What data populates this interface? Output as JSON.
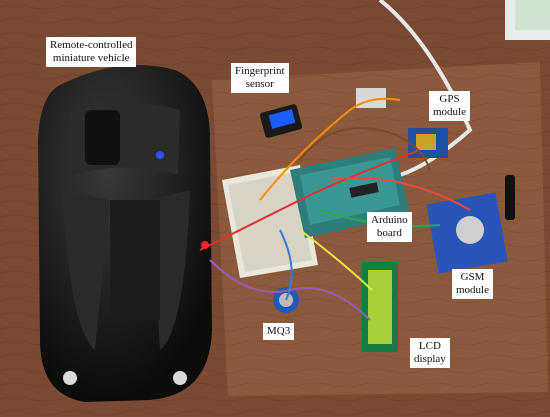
{
  "labels": {
    "vehicle": "Remote-controlled\nminiature vehicle",
    "fingerprint": "Fingerprint\nsensor",
    "gps": "GPS\nmodule",
    "arduino": "Arduino\nboard",
    "gsm": "GSM\nmodule",
    "mq3": "MQ3",
    "lcd": "LCD\ndisplay"
  },
  "colors": {
    "table": "#7a4a33",
    "board": "#8b5a3c",
    "car": "#141414",
    "arduino": "#2f7d7a",
    "lcd": "#a8d038"
  }
}
